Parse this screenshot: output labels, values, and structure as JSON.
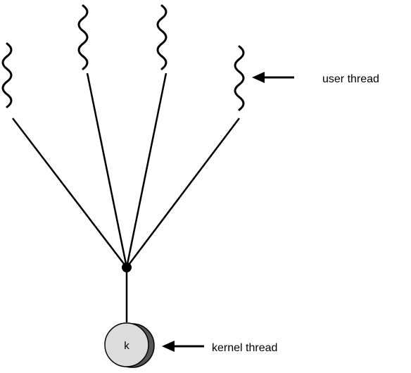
{
  "labels": {
    "user_thread": "user thread",
    "kernel_thread": "kernel thread",
    "kernel_letter": "k"
  },
  "colors": {
    "line": "#000000",
    "kernel_fill": "#dcdcdc",
    "kernel_shadow": "#555555"
  }
}
